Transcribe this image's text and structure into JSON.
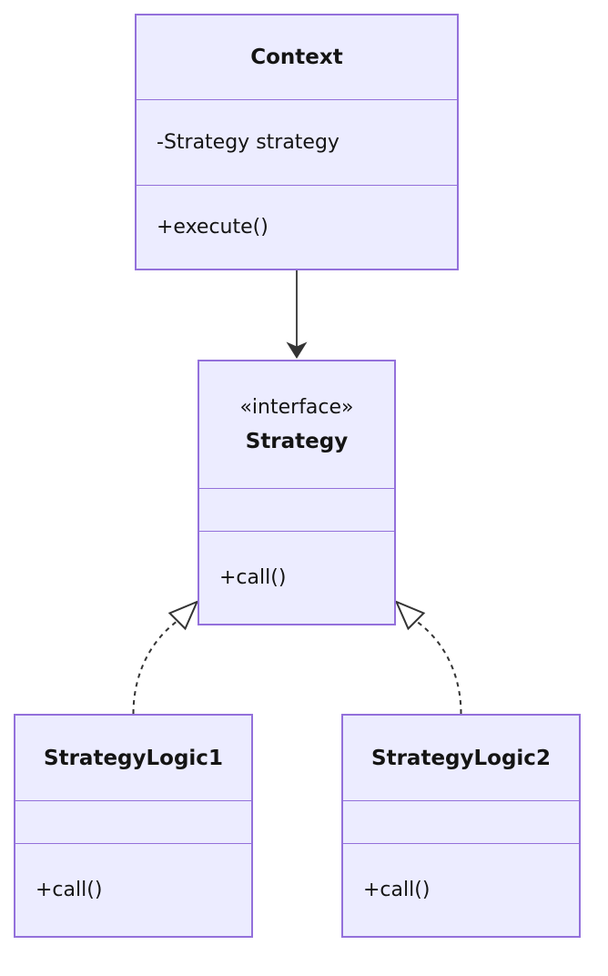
{
  "diagram": {
    "kind": "uml-class-diagram",
    "pattern": "Strategy",
    "colors": {
      "node_fill": "#ECECFF",
      "node_border": "#9370DB",
      "edge": "#333333",
      "text": "#141414",
      "background": "#FFFFFF"
    },
    "classes": [
      {
        "name": "Context",
        "stereotype": "",
        "attributes": [
          "-Strategy strategy"
        ],
        "methods": [
          "+execute()"
        ]
      },
      {
        "name": "Strategy",
        "stereotype": "«interface»",
        "attributes": [],
        "methods": [
          "+call()"
        ]
      },
      {
        "name": "StrategyLogic1",
        "stereotype": "",
        "attributes": [],
        "methods": [
          "+call()"
        ]
      },
      {
        "name": "StrategyLogic2",
        "stereotype": "",
        "attributes": [],
        "methods": [
          "+call()"
        ]
      }
    ],
    "relations": [
      {
        "from": "Context",
        "to": "Strategy",
        "type": "solid-arrow"
      },
      {
        "from": "StrategyLogic1",
        "to": "Strategy",
        "type": "dashed-realization"
      },
      {
        "from": "StrategyLogic2",
        "to": "Strategy",
        "type": "dashed-realization"
      }
    ]
  }
}
